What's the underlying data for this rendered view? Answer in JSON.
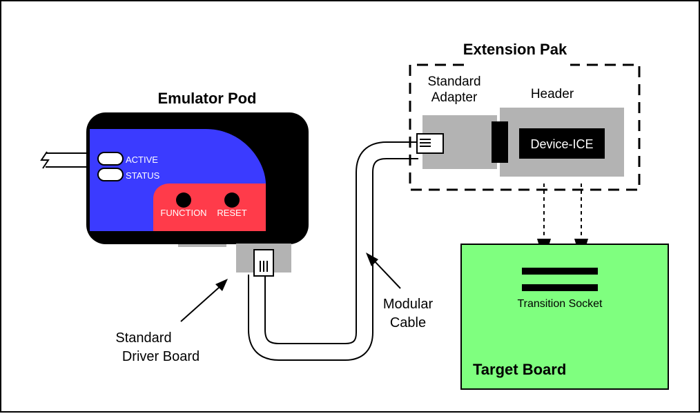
{
  "labels": {
    "emulator_pod": "Emulator Pod",
    "extension_pak": "Extension Pak",
    "standard_adapter_line1": "Standard",
    "standard_adapter_line2": "Adapter",
    "header": "Header",
    "device_ice": "Device-ICE",
    "active": "ACTIVE",
    "status": "STATUS",
    "function": "FUNCTION",
    "reset": "RESET",
    "modular_cable_line1": "Modular",
    "modular_cable_line2": "Cable",
    "standard_driver_board_line1": "Standard",
    "standard_driver_board_line2": "Driver Board",
    "transition_socket": "Transition Socket",
    "target_board": "Target Board"
  },
  "colors": {
    "pod_body": "#000000",
    "pod_panel": "#3b3bff",
    "pod_button_panel": "#ff3b4a",
    "target_board": "#7fff7f",
    "adapter_gray": "#b3b3b3",
    "device_ice_bg": "#000000"
  }
}
